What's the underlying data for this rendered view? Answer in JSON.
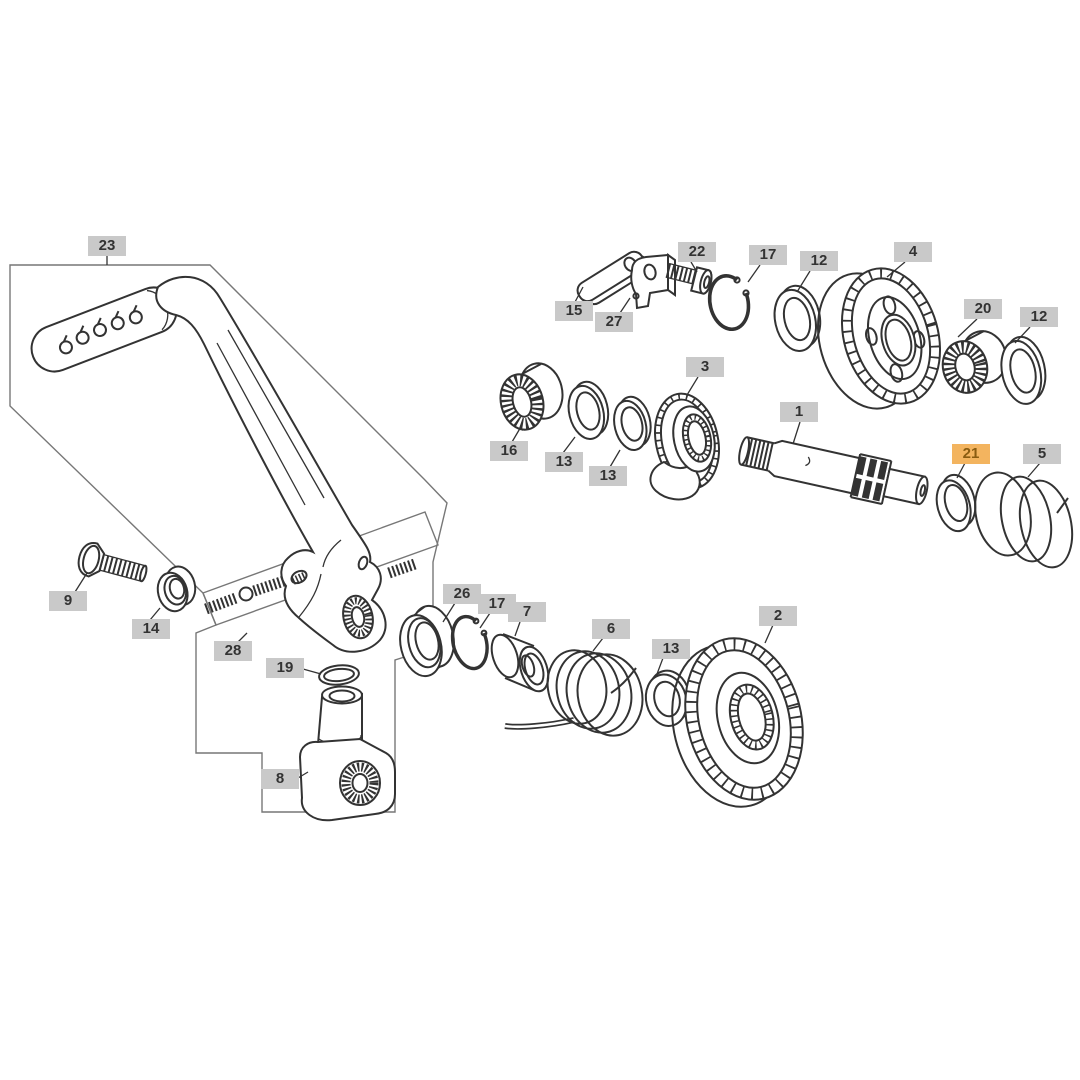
{
  "page": {
    "background": "#ffffff"
  },
  "diagram": {
    "type": "exploded-parts-diagram",
    "subject": "kick-starter-assembly",
    "highlighted_part": "21",
    "badge_colors": {
      "default_bg": "#c9c9c9",
      "default_text": "#333333",
      "highlight_bg": "#f3b45f",
      "highlight_text": "#8a5c10"
    },
    "labels": [
      {
        "part": "23",
        "text": "23",
        "highlighted": false
      },
      {
        "part": "15",
        "text": "15",
        "highlighted": false
      },
      {
        "part": "27",
        "text": "27",
        "highlighted": false
      },
      {
        "part": "22",
        "text": "22",
        "highlighted": false
      },
      {
        "part": "17",
        "text": "17",
        "highlighted": false
      },
      {
        "part": "12",
        "text": "12",
        "highlighted": false
      },
      {
        "part": "4",
        "text": "4",
        "highlighted": false
      },
      {
        "part": "20",
        "text": "20",
        "highlighted": false
      },
      {
        "part": "12",
        "text": "12",
        "highlighted": false
      },
      {
        "part": "16",
        "text": "16",
        "highlighted": false
      },
      {
        "part": "13",
        "text": "13",
        "highlighted": false
      },
      {
        "part": "13",
        "text": "13",
        "highlighted": false
      },
      {
        "part": "3",
        "text": "3",
        "highlighted": false
      },
      {
        "part": "1",
        "text": "1",
        "highlighted": false
      },
      {
        "part": "21",
        "text": "21",
        "highlighted": true
      },
      {
        "part": "5",
        "text": "5",
        "highlighted": false
      },
      {
        "part": "9",
        "text": "9",
        "highlighted": false
      },
      {
        "part": "14",
        "text": "14",
        "highlighted": false
      },
      {
        "part": "28",
        "text": "28",
        "highlighted": false
      },
      {
        "part": "19",
        "text": "19",
        "highlighted": false
      },
      {
        "part": "26",
        "text": "26",
        "highlighted": false
      },
      {
        "part": "17",
        "text": "17",
        "highlighted": false
      },
      {
        "part": "7",
        "text": "7",
        "highlighted": false
      },
      {
        "part": "6",
        "text": "6",
        "highlighted": false
      },
      {
        "part": "13",
        "text": "13",
        "highlighted": false
      },
      {
        "part": "2",
        "text": "2",
        "highlighted": false
      },
      {
        "part": "8",
        "text": "8",
        "highlighted": false
      }
    ]
  }
}
